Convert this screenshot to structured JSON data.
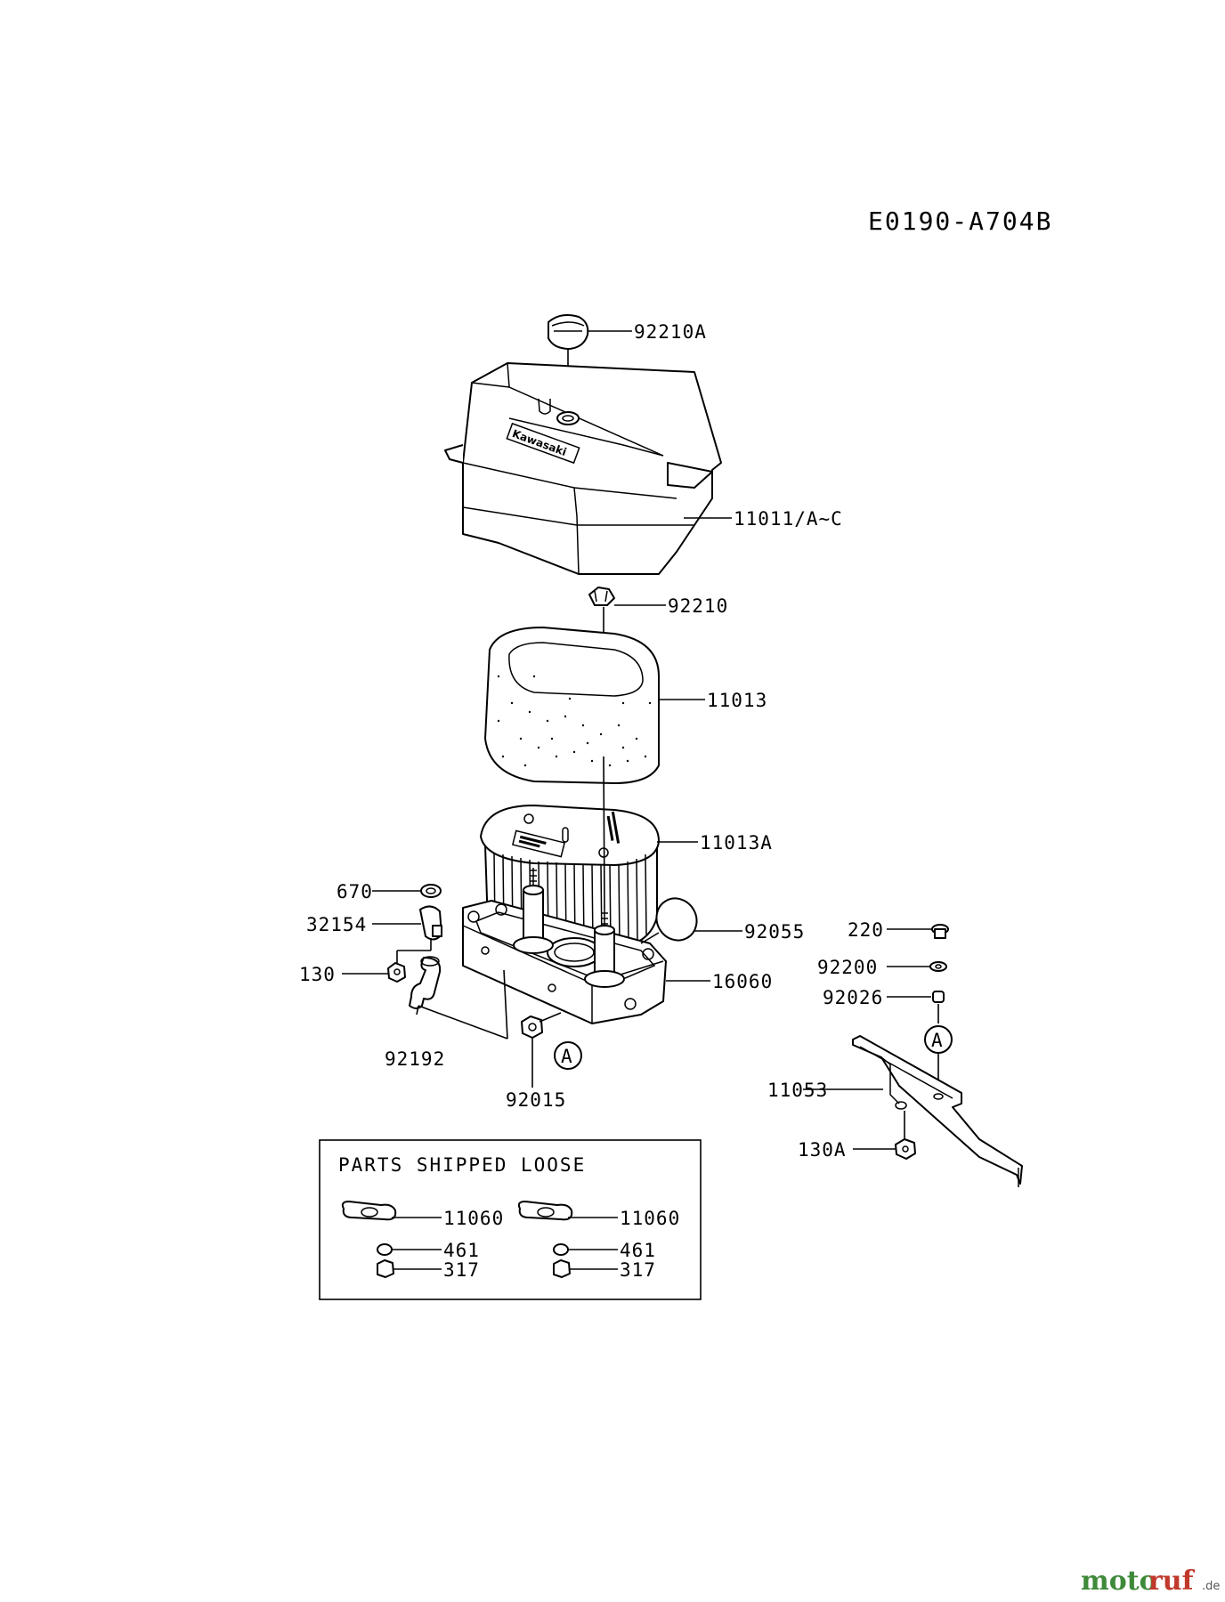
{
  "diagram_code": "E0190-A704B",
  "callouts": {
    "cap_knob": "92210A",
    "cover": "11011/A~C",
    "wing_nut": "92210",
    "pre_cleaner": "11013",
    "filter_element": "11013A",
    "o_ring": "92055",
    "base": "16060",
    "gasket_small": "670",
    "fitting": "32154",
    "nut_left": "130",
    "hose": "92192",
    "nut_bottom": "92015",
    "bolt": "220",
    "washer": "92200",
    "collar": "92026",
    "bracket": "11053",
    "nut_bracket": "130A",
    "ref_marker": "A"
  },
  "loose_box": {
    "title": "PARTS SHIPPED LOOSE",
    "gasket": "11060",
    "washer": "461",
    "nut": "317"
  },
  "watermark": {
    "main": "moto",
    "accent": "ruf",
    "suffix": ".de"
  }
}
